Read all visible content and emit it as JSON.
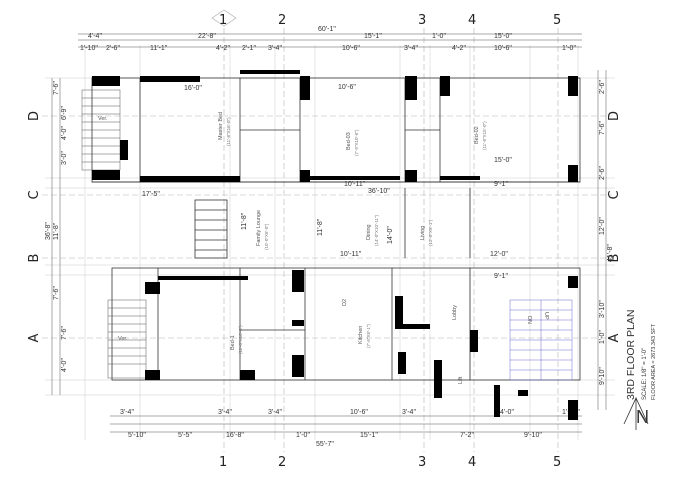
{
  "title": {
    "main": "3RD FLOOR PLAN",
    "scale": "SCALE: 1/8\" = 1'-0\"",
    "area": "FLOOR AREA = 2673.343 SFT",
    "north": "N"
  },
  "grid": {
    "columns": [
      "1",
      "2",
      "3",
      "4",
      "5"
    ],
    "rows": [
      "D",
      "C",
      "B",
      "A"
    ]
  },
  "dimensions": {
    "top_overall": "60'-1\"",
    "top_row1": [
      "4'-4\"",
      "22'-8\"",
      "15'-1\"",
      "1'-0\"",
      "15'-0\""
    ],
    "top_row2": [
      "1'-10\"",
      "2'-6\"",
      "11'-1\"",
      "4'-2\"",
      "2'-1\"",
      "3'-4\"",
      "10'-6\"",
      "3'-4\"",
      "4'-2\"",
      "10'-6\"",
      "1'-0\""
    ],
    "bottom_row1": [
      "3'-4\"",
      "3'-4\"",
      "3'-4\"",
      "10'-6\"",
      "3'-4\"",
      "4'-0\"",
      "1'-10\""
    ],
    "bottom_row2": [
      "5'-10\"",
      "5'-5\"",
      "16'-8\"",
      "1'-0\"",
      "15'-1\"",
      "7'-2\"",
      "9'-10\""
    ],
    "bottom_overall": "55'-7\"",
    "left": [
      "7'-6\"",
      "6'-9\"",
      "4'-0\"",
      "3'-0\"",
      "36'-8\"",
      "11'-8\"",
      "7'-6\"",
      "7'-6\"",
      "4'-0\""
    ],
    "right": [
      "2'-6\"",
      "7'-6\"",
      "2'-6\"",
      "12'-0\"",
      "41'-8\"",
      "3'-10\"",
      "1'-0\"",
      "9'-10\""
    ],
    "middle": [
      "16'-0\"",
      "17'-5\"",
      "36'-10\"",
      "10'-6\"",
      "10'-11\"",
      "15'-0\"",
      "9'-1\"",
      "12'-0\"",
      "10'-11\"",
      "9'-1\"",
      "11'-8\"",
      "14'-0\"",
      "11'-8\""
    ]
  },
  "rooms": {
    "ver_top": "Ver.",
    "master_bed": "Master Bed",
    "master_bed_size": "(11'-8\"X16'-0\")",
    "bed_03": "Bed-03",
    "bed_03_size": "(7'-9\"X10'-6\")",
    "bed_02": "Bed-02",
    "bed_02_size": "(11'-8\"X15'-0\")",
    "family_lounge": "Family Lounge",
    "family_lounge_size": "(10'-0\"X8'-0\")",
    "dining": "Dining",
    "dining_size": "(14'-0\"X10'-11\")",
    "living": "Living",
    "living_size": "(12'-0\"X9'-1\")",
    "ver_bottom": "Ver.",
    "bed_1": "Bed-1",
    "bed_1_size": "(11'-8\"X16'-8\")",
    "kitchen": "Kitchen",
    "kitchen_size": "(7'-6\"X8'-1\")",
    "lobby": "Lobby",
    "lift": "Lift",
    "dn": "DN",
    "up": "UP",
    "d2": "D2"
  }
}
